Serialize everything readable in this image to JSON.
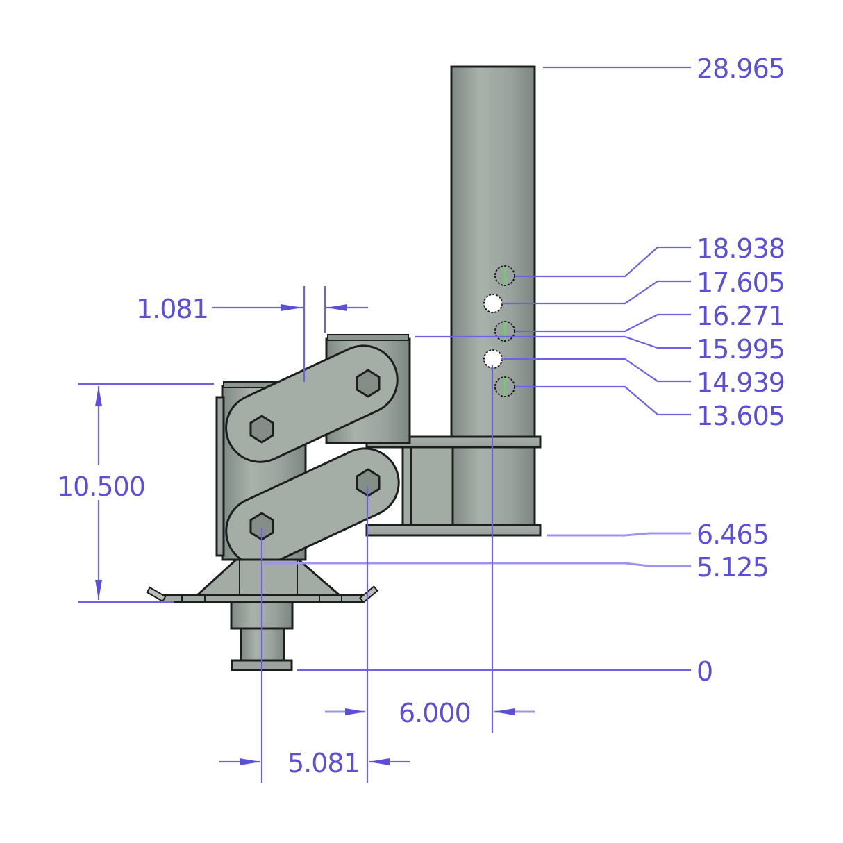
{
  "drawing": {
    "subject": "Swing-arm hitch mount with vertical receiver tube, side elevation",
    "colors": {
      "dimension": "#5a4fd6",
      "part_fill": "#a3aba5",
      "part_shade": "#8c948f",
      "outline": "#1c1f1e",
      "hole_mark": "#58e04a",
      "background": "#ffffff"
    },
    "vertical_dimensions": [
      {
        "id": "top-of-tube",
        "label": "28.965"
      },
      {
        "id": "hole-1",
        "label": "18.938"
      },
      {
        "id": "hole-2",
        "label": "17.605"
      },
      {
        "id": "hole-3",
        "label": "16.271"
      },
      {
        "id": "top-of-knuckle",
        "label": "15.995"
      },
      {
        "id": "hole-4",
        "label": "14.939"
      },
      {
        "id": "hole-5",
        "label": "13.605"
      },
      {
        "id": "bottom-plate",
        "label": "6.465"
      },
      {
        "id": "lower-pivot",
        "label": "5.125"
      },
      {
        "id": "base",
        "label": "0"
      }
    ],
    "linear_dimensions": {
      "knuckle_offset": "1.081",
      "arm_height": "10.500",
      "pivot_to_tube": "6.000",
      "pivot_spacing": "5.081"
    }
  }
}
